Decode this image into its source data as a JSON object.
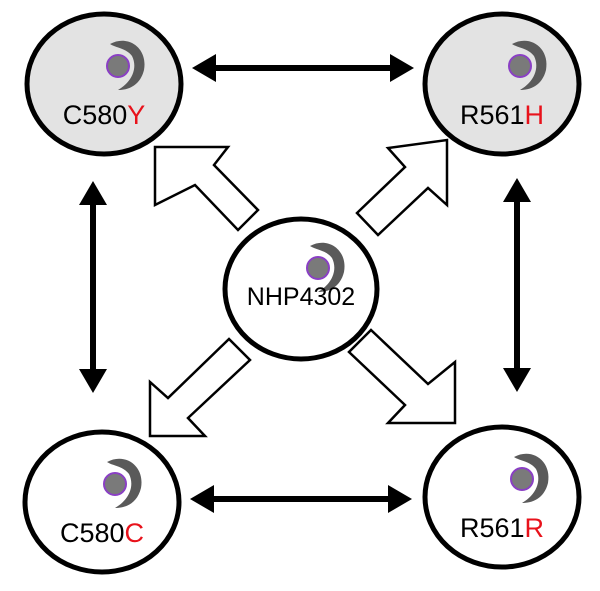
{
  "colors": {
    "outline": "#000000",
    "filled_node": "#e3e3e3",
    "white_node": "#ffffff",
    "mutation_highlight": "#e8121b",
    "parasite_shell": "#5a5a5a",
    "parasite_nucleus": "#7a7a7a",
    "parasite_nucleus_ring": "#8a3fc4"
  },
  "nodes": {
    "center": {
      "label": "NHP4302"
    },
    "top_left": {
      "label_prefix": "C580",
      "label_suffix": "Y",
      "shaded": true
    },
    "top_right": {
      "label_prefix": "R561",
      "label_suffix": "H",
      "shaded": true
    },
    "bottom_left": {
      "label_prefix": "C580",
      "label_suffix": "C",
      "shaded": false
    },
    "bottom_right": {
      "label_prefix": "R561",
      "label_suffix": "R",
      "shaded": false
    }
  },
  "icons": {
    "node_glyph": "parasite-icon"
  },
  "edges": {
    "competition": [
      "top_left-top_right",
      "top_right-bottom_right",
      "bottom_right-bottom_left",
      "bottom_left-top_left"
    ],
    "derivation": [
      "center-top_left",
      "center-top_right",
      "center-bottom_left",
      "center-bottom_right"
    ]
  }
}
